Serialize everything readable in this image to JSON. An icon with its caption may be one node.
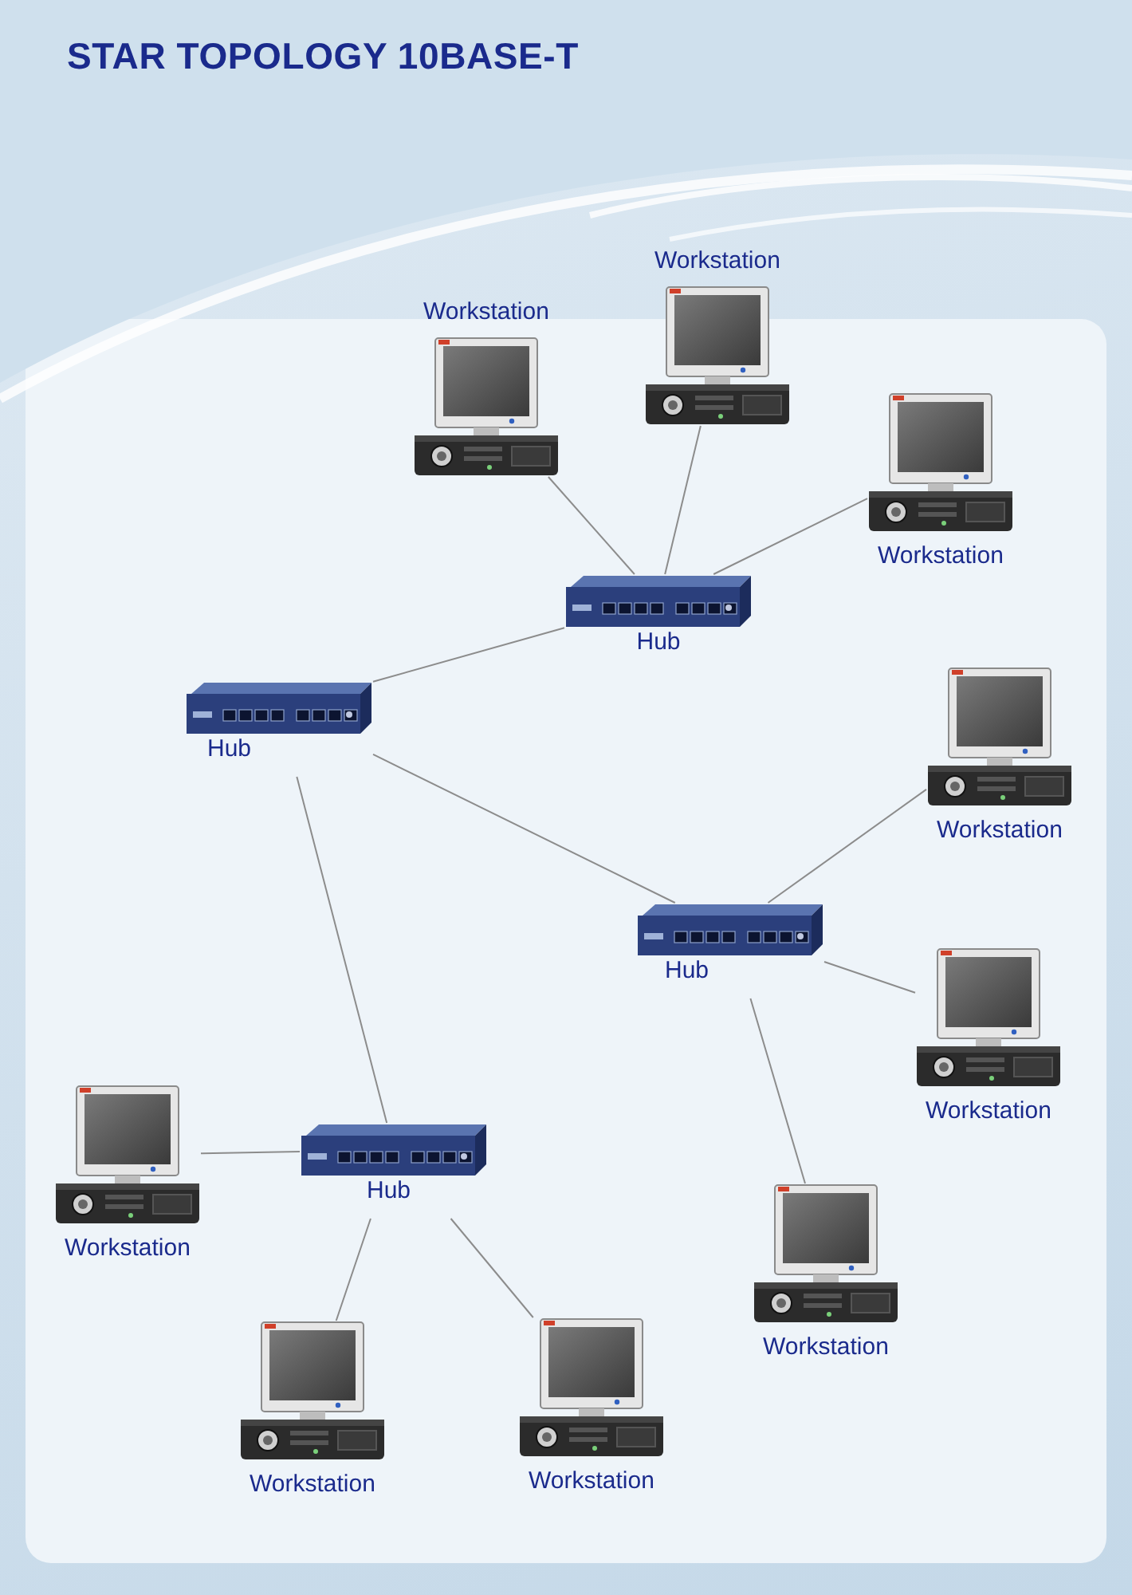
{
  "diagram": {
    "title": "STAR TOPOLOGY 10BASE-T",
    "nodes": [
      {
        "text": [
          "Workstation"
        ]
      },
      {
        "text": [
          "Workstation"
        ]
      },
      {
        "text": [
          "Workstation"
        ]
      },
      {
        "text": [
          "Hub"
        ]
      },
      {
        "text": [
          "Hub"
        ]
      },
      {
        "text": [
          "Workstation"
        ]
      },
      {
        "text": [
          "Hub"
        ]
      },
      {
        "text": [
          "Workstation"
        ]
      },
      {
        "text": [
          "Workstation"
        ]
      },
      {
        "text": [
          "Hub"
        ]
      },
      {
        "text": [
          "Workstation"
        ]
      },
      {
        "text": [
          "Workstation"
        ]
      },
      {
        "text": [
          "Workstation"
        ]
      }
    ],
    "edges": [
      {
        "from": 0,
        "to": 3,
        "arrow": "none"
      },
      {
        "from": 1,
        "to": 3,
        "arrow": "none"
      },
      {
        "from": 2,
        "to": 3,
        "arrow": "none"
      },
      {
        "from": 3,
        "to": 4,
        "arrow": "none"
      },
      {
        "from": 4,
        "to": 6,
        "arrow": "none"
      },
      {
        "from": 4,
        "to": 9,
        "arrow": "none"
      },
      {
        "from": 5,
        "to": 6,
        "arrow": "none"
      },
      {
        "from": 6,
        "to": 7,
        "arrow": "none"
      },
      {
        "from": 6,
        "to": 10,
        "arrow": "none"
      },
      {
        "from": 8,
        "to": 9,
        "arrow": "none"
      },
      {
        "from": 9,
        "to": 11,
        "arrow": "none"
      },
      {
        "from": 9,
        "to": 12,
        "arrow": "none"
      }
    ]
  }
}
